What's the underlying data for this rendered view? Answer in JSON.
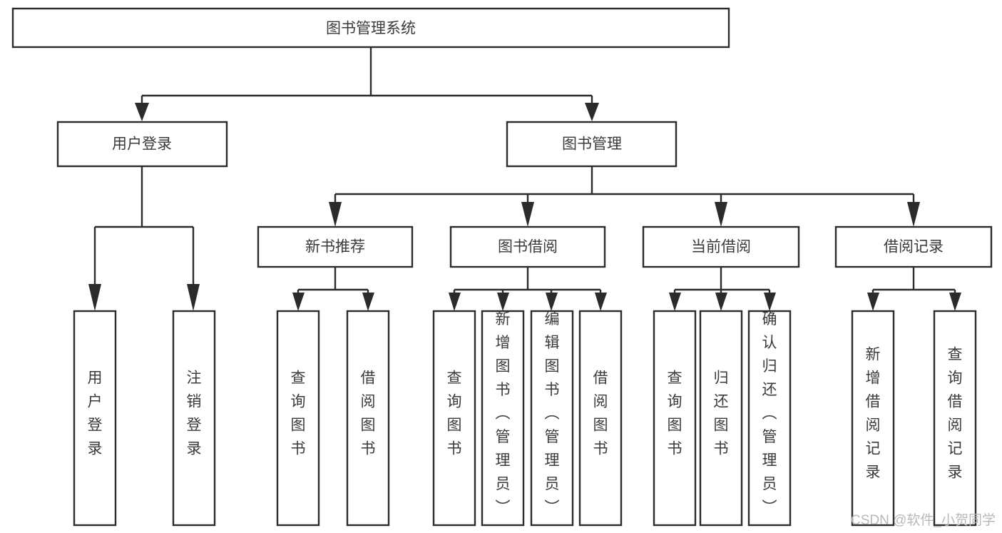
{
  "diagram": {
    "title": "图书管理系统",
    "type": "hierarchy-tree",
    "arrow_color": "#2b2b2b",
    "box_fill": "#ffffff",
    "text_color": "#3a3a3a"
  },
  "nodes": {
    "root": {
      "label": "图书管理系统"
    },
    "level2": [
      {
        "id": "user-login",
        "label": "用户登录"
      },
      {
        "id": "book-manage",
        "label": "图书管理"
      }
    ],
    "level3": [
      {
        "id": "new-book-recommend",
        "label": "新书推荐"
      },
      {
        "id": "book-borrow",
        "label": "图书借阅"
      },
      {
        "id": "current-borrow",
        "label": "当前借阅"
      },
      {
        "id": "borrow-record",
        "label": "借阅记录"
      }
    ],
    "leaves": {
      "user_login": [
        {
          "id": "leaf-user-login",
          "label": "用户登录"
        },
        {
          "id": "leaf-logout-login",
          "label": "注销登录"
        }
      ],
      "new_book_recommend": [
        {
          "id": "leaf-query-book-1",
          "label": "查询图书"
        },
        {
          "id": "leaf-borrow-book-1",
          "label": "借阅图书"
        }
      ],
      "book_borrow": [
        {
          "id": "leaf-query-book-2",
          "label": "查询图书"
        },
        {
          "id": "leaf-add-book",
          "label": "新增图书（管理员）"
        },
        {
          "id": "leaf-edit-book",
          "label": "编辑图书（管理员）"
        },
        {
          "id": "leaf-borrow-book-2",
          "label": "借阅图书"
        }
      ],
      "current_borrow": [
        {
          "id": "leaf-query-book-3",
          "label": "查询图书"
        },
        {
          "id": "leaf-return-book",
          "label": "归还图书"
        },
        {
          "id": "leaf-confirm-return",
          "label": "确认归还（管理员）"
        }
      ],
      "borrow_record": [
        {
          "id": "leaf-add-record",
          "label": "新增借阅记录"
        },
        {
          "id": "leaf-query-record",
          "label": "查询借阅记录"
        }
      ]
    }
  },
  "watermark": {
    "text": "CSDN @软件_小贺同学"
  }
}
